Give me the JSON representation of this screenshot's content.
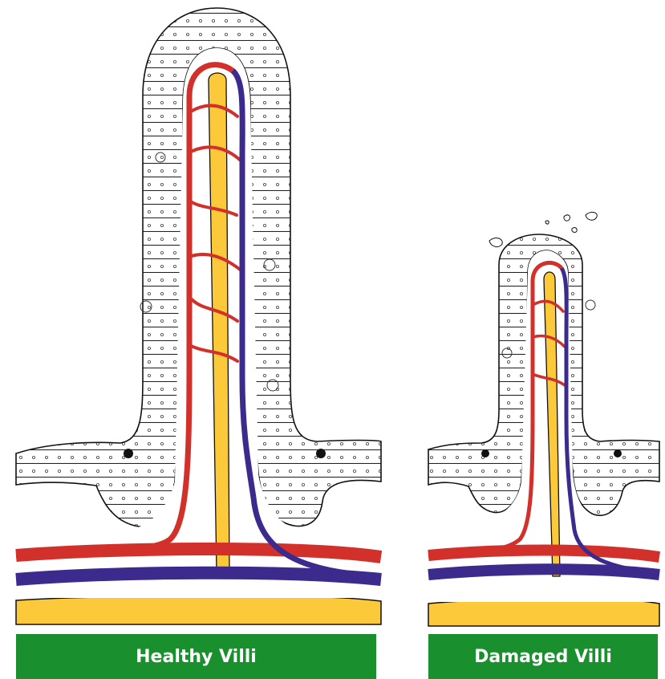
{
  "colors": {
    "artery": "#d2302a",
    "vein": "#3c2a8c",
    "lacteal": "#fcc93b",
    "label_bg": "#1a8f2d",
    "outline": "#111111"
  },
  "panels": [
    {
      "id": "healthy",
      "label": "Healthy Villi"
    },
    {
      "id": "damaged",
      "label": "Damaged Villi"
    }
  ]
}
